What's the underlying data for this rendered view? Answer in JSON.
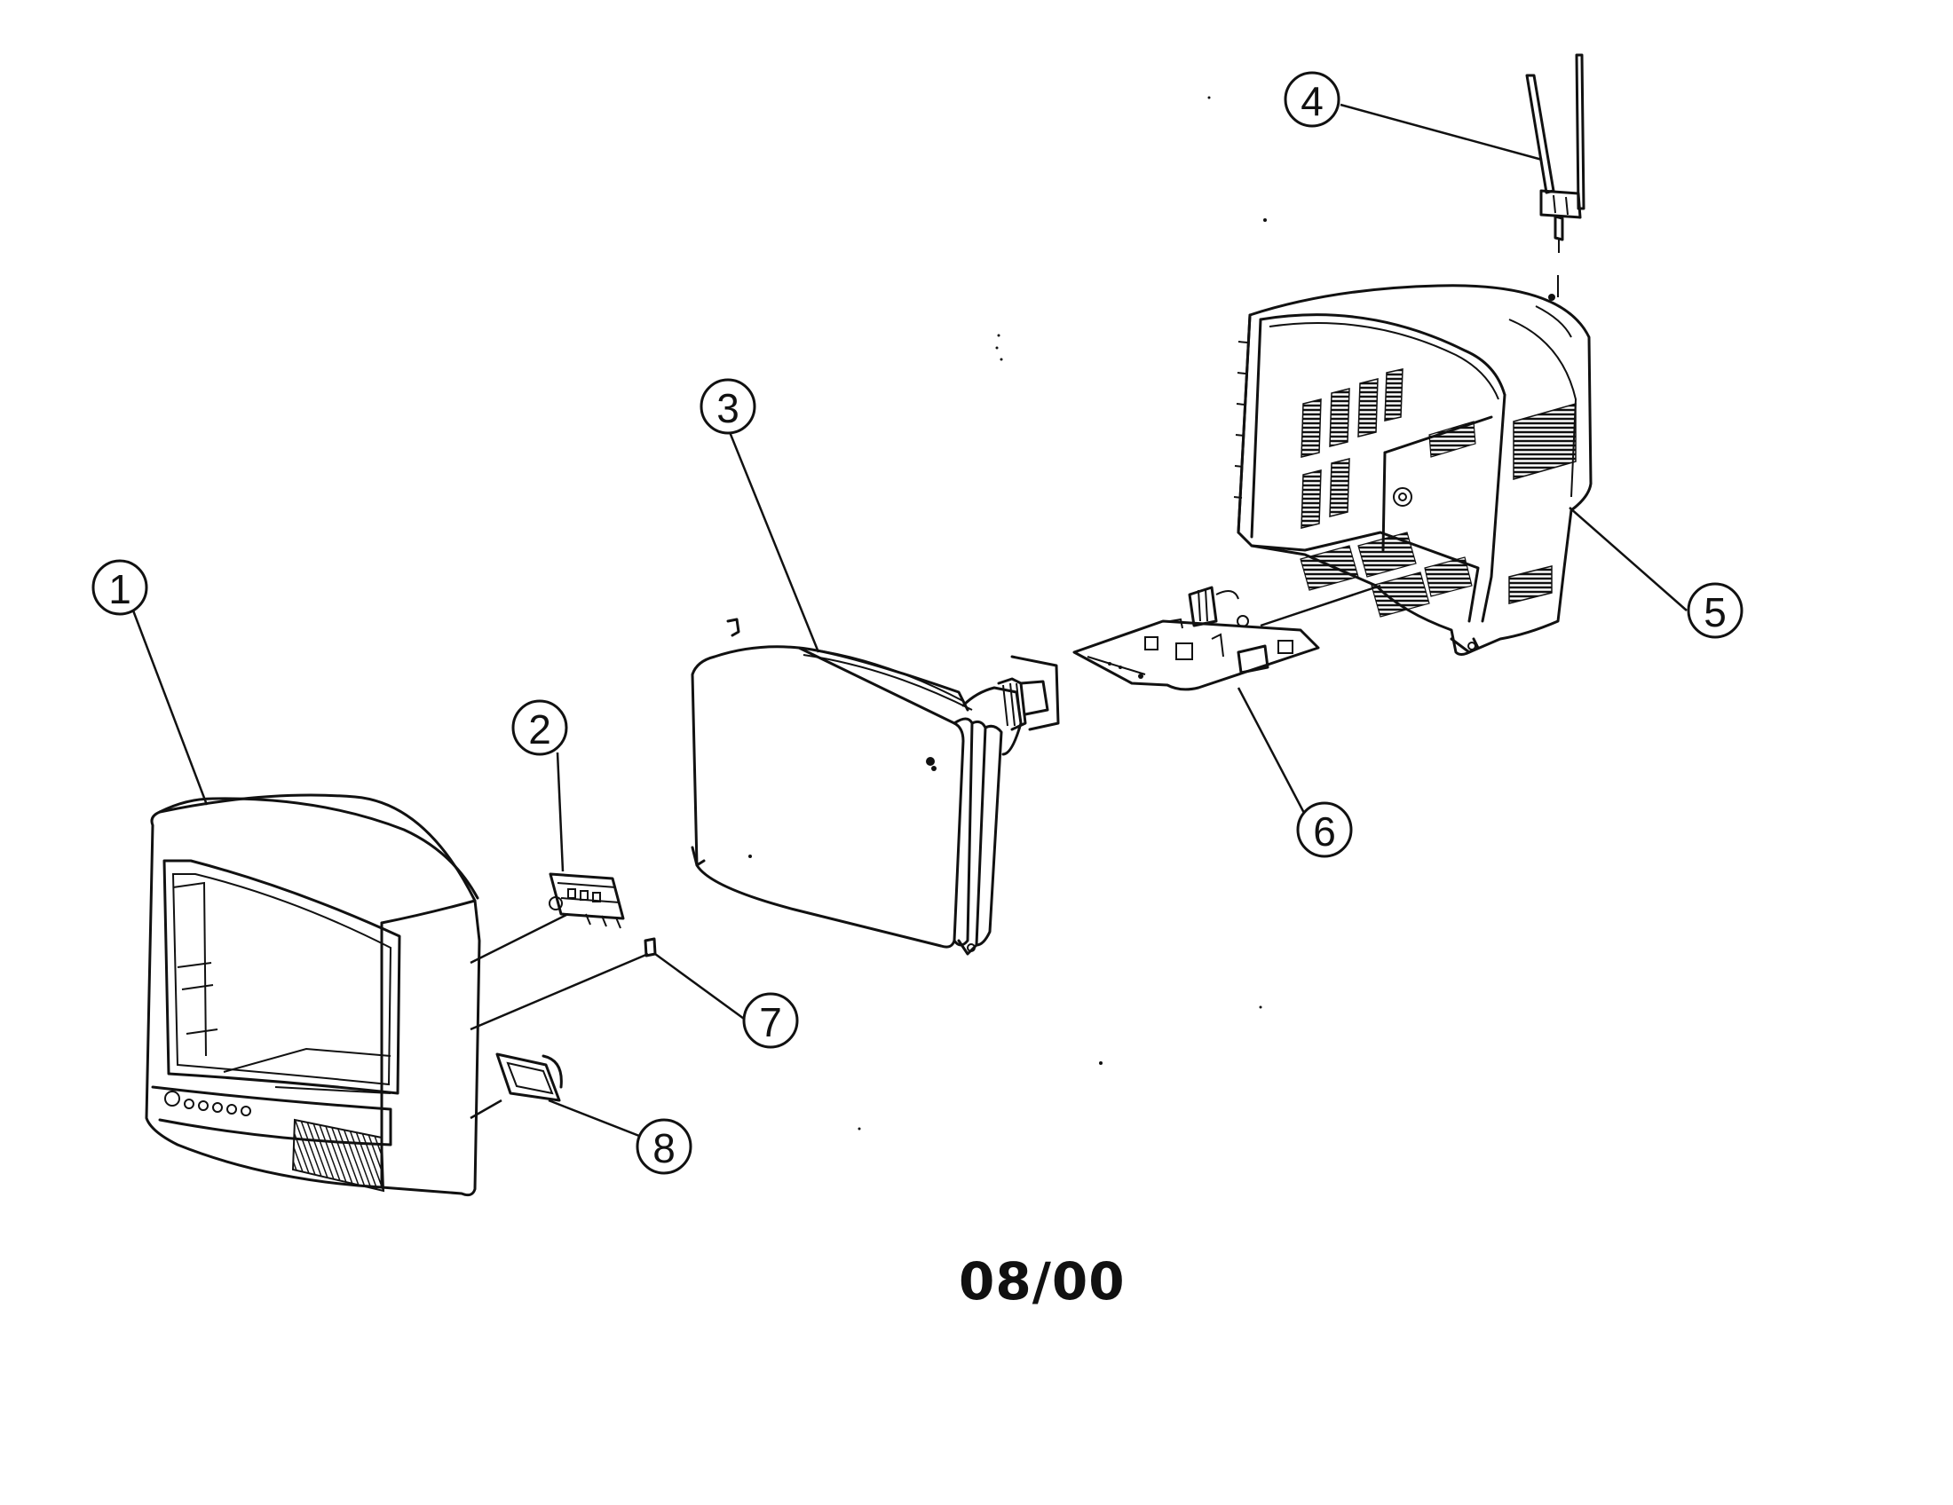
{
  "diagram": {
    "callouts": [
      "1",
      "2",
      "3",
      "4",
      "5",
      "6",
      "7",
      "8"
    ],
    "date_code": "08/00"
  }
}
